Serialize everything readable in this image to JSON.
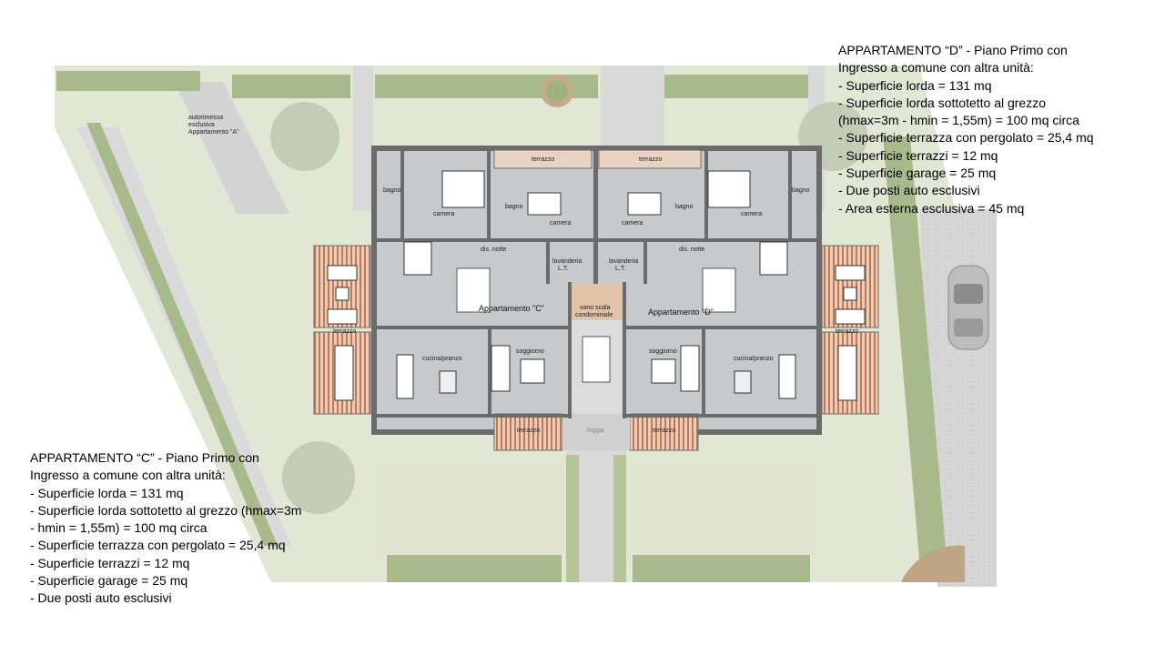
{
  "labels": {
    "garage_a": [
      "autorimessa",
      "esclusiva",
      "Appartamento \"A\""
    ],
    "terrazzo": "terrazzo",
    "bagno": "bagno",
    "camera": "camera",
    "dis_notte": "dis. notte",
    "lavanderia": [
      "lavanderia",
      "L.T."
    ],
    "vano_scala": [
      "vano scala",
      "condominiale"
    ],
    "appartamento_c": "Appartamento \"C\"",
    "appartamento_d": "Appartamento \"D\"",
    "soggiorno": "soggiorno",
    "cucina_pranzo": "cucina/pranzo",
    "loggia": "loggia"
  },
  "apartment_d": {
    "lines": [
      "APPARTAMENTO “D” - Piano Primo con",
      "Ingresso  a comune con altra unità:",
      "- Superficie lorda = 131 mq",
      "- Superficie lorda sottotetto al grezzo",
      "(hmax=3m - hmin = 1,55m) = 100 mq circa",
      "- Superficie terrazza  con pergolato = 25,4 mq",
      "- Superficie terrazzi  = 12 mq",
      "- Superficie garage = 25 mq",
      "- Due posti auto esclusivi",
      "- Area esterna  esclusiva  = 45 mq"
    ]
  },
  "apartment_c": {
    "lines": [
      "APPARTAMENTO “C” - Piano Primo con",
      "Ingresso  a comune con altra unità:",
      "- Superficie lorda = 131 mq",
      "- Superficie lorda sottotetto al grezzo (hmax=3m",
      "- hmin = 1,55m) = 100 mq circa",
      "- Superficie terrazza  con pergolato = 25,4 mq",
      "- Superficie terrazzi  = 12 mq",
      "- Superficie garage = 25 mq",
      "- Due posti auto esclusivi"
    ]
  },
  "colors": {
    "lawn": "#e3e7d6",
    "hedge": "#a9ba8c",
    "paving": "#d9d9d9",
    "wall": "#6b6b6b",
    "floor": "#c8cacb",
    "terrace": "#e9d2c0",
    "pergola": "#c4785a"
  }
}
